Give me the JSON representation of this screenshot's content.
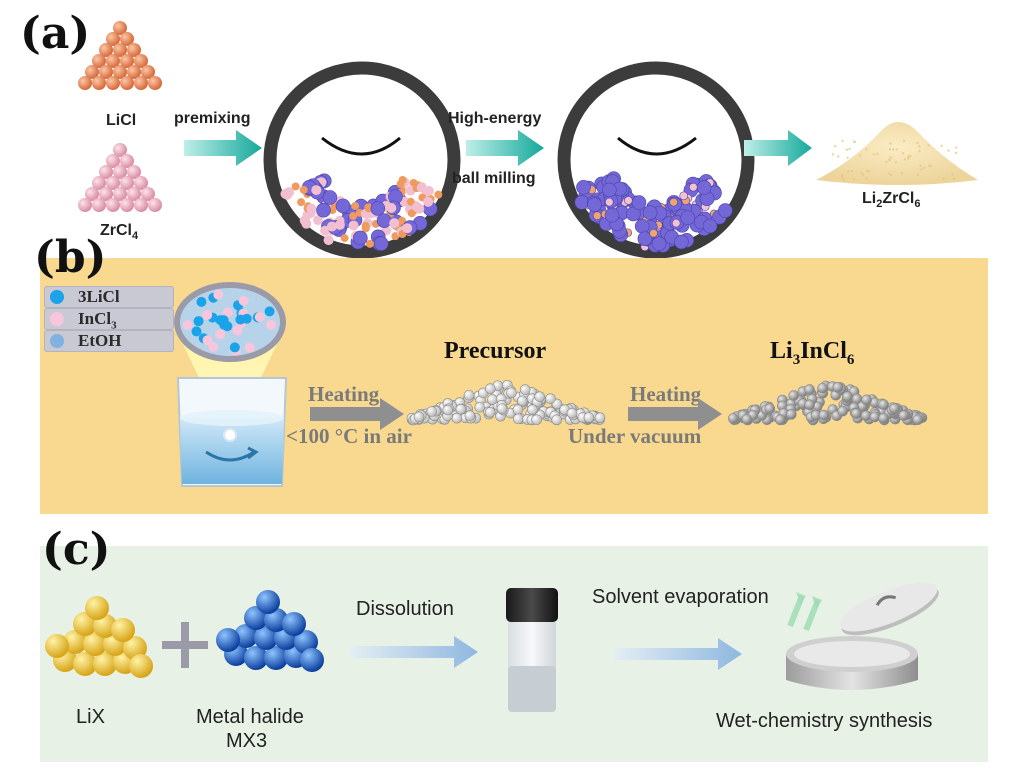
{
  "panel_a": {
    "label": "(a)",
    "reagent_1": "LiCl",
    "reagent_2": "ZrCl",
    "reagent_2_sub": "4",
    "step_1": "premixing",
    "step_2_line1": "High-energy",
    "step_2_line2": "ball milling",
    "product_main": "Li",
    "product_sub1": "2",
    "product_mid": "ZrCl",
    "product_sub2": "6",
    "colors": {
      "LiCl_powder": "#e8875a",
      "ZrCl4_powder": "#efb3c4",
      "arrow": "#1fb3a6",
      "ball": "#7b6fd6"
    }
  },
  "panel_b": {
    "label": "(b)",
    "legend": [
      {
        "text": "3LiCl",
        "color": "#1aa3e8"
      },
      {
        "text": "InCl",
        "sub": "3",
        "color": "#f7c6dc"
      },
      {
        "text": "EtOH",
        "color": "#7fb2e0"
      }
    ],
    "heating_1": "Heating",
    "condition_1": "<100 °C in air",
    "intermediate": "Precursor",
    "heating_2": "Heating",
    "condition_2": "Under vacuum",
    "product_main": "Li",
    "product_sub1": "3",
    "product_mid": "InCl",
    "product_sub2": "6",
    "background": "#f8d98f"
  },
  "panel_c": {
    "label": "(c)",
    "reagent_1": "LiX",
    "reagent_2_line1": "Metal halide",
    "reagent_2_line2": "MX3",
    "step_1": "Dissolution",
    "step_2": "Solvent evaporation",
    "result": "Wet-chemistry synthesis",
    "background": "#e8f1e6"
  }
}
